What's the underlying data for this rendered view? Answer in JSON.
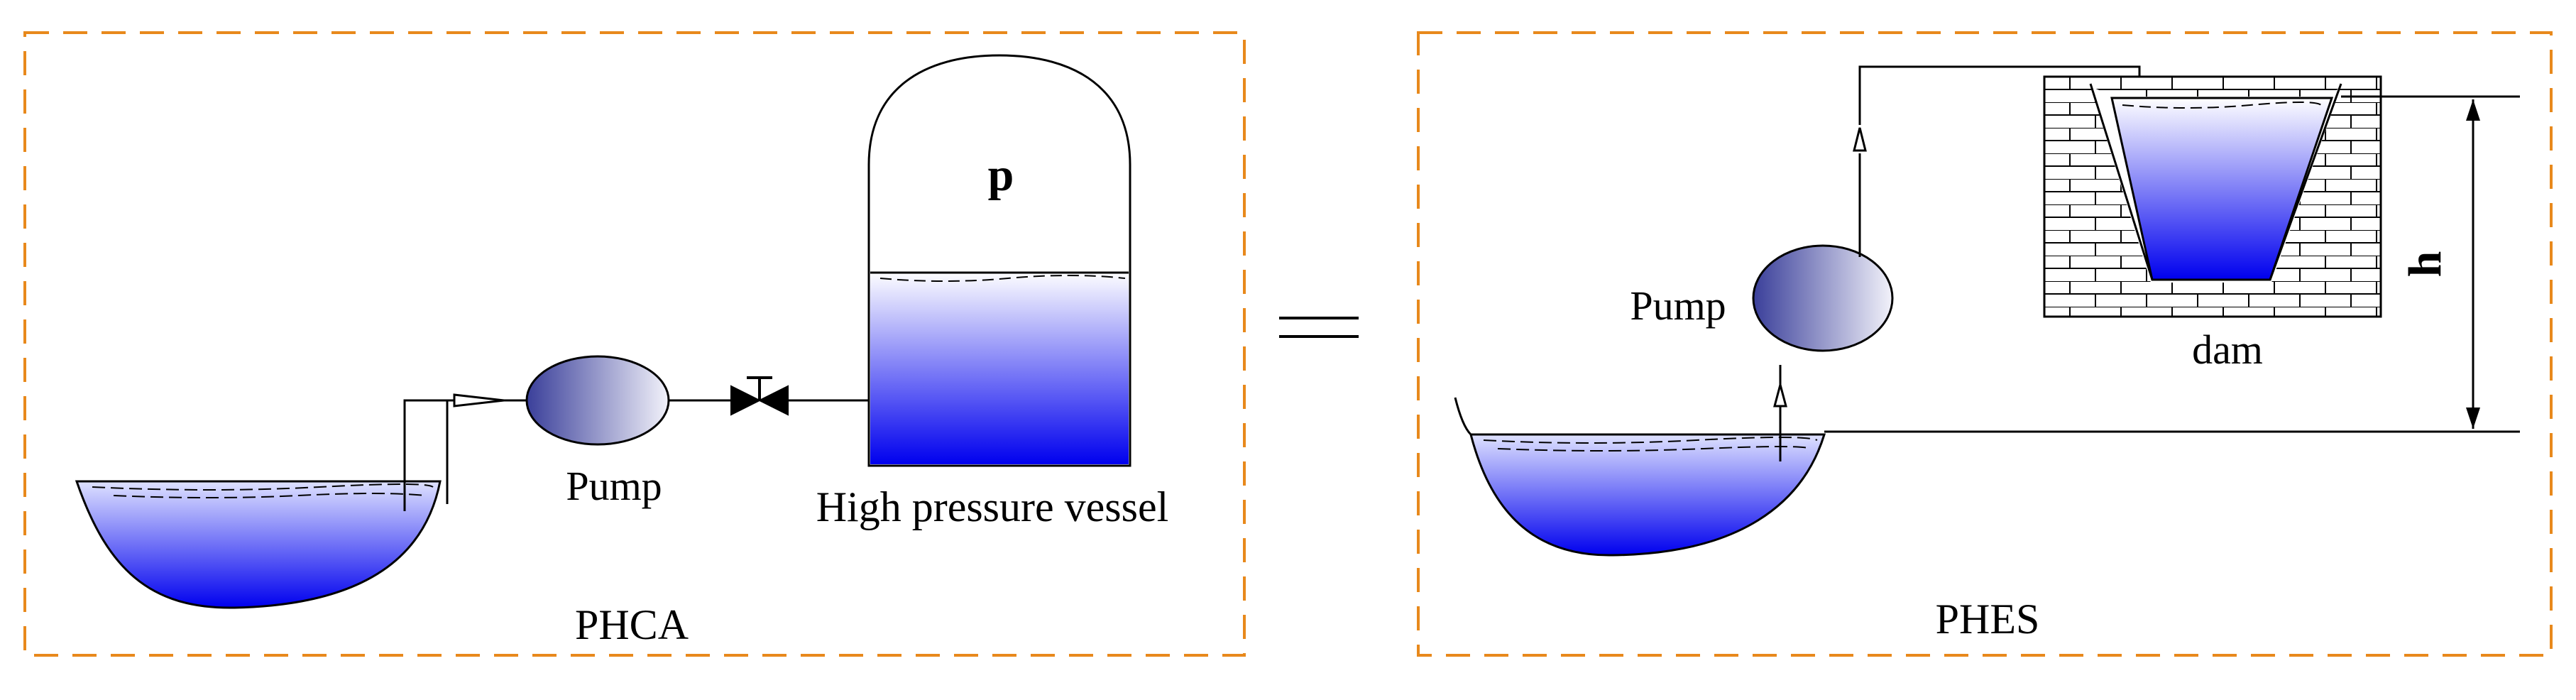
{
  "left_panel": {
    "caption": "PHCA",
    "pump_label": "Pump",
    "vessel_label": "High pressure vessel",
    "pressure_label": "p"
  },
  "equals_sign": "=",
  "right_panel": {
    "caption": "PHES",
    "pump_label": "Pump",
    "dam_label": "dam",
    "height_label": "h"
  },
  "colors": {
    "frame": "#e8891c",
    "water_light": "#ffffff",
    "water_dark": "#0000ee",
    "pump_light": "#f2f2fa",
    "pump_dark": "#3a3f9a",
    "brick_fill": "#ffffff",
    "line": "#000000"
  }
}
